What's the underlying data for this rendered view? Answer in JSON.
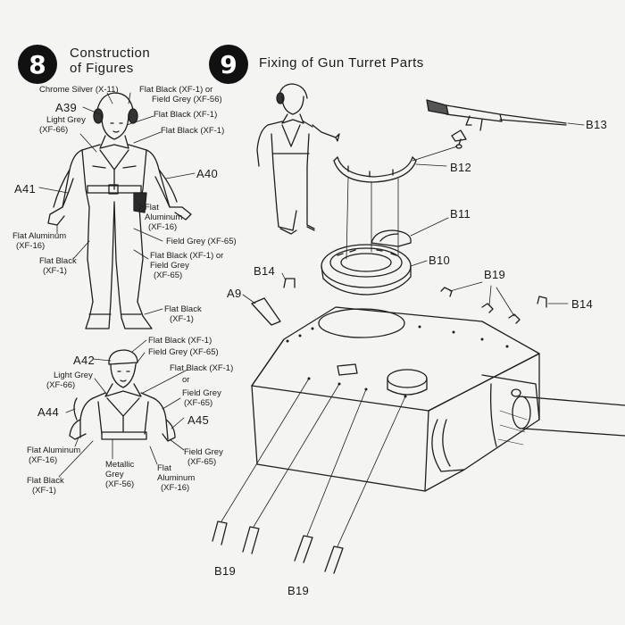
{
  "step8": {
    "number": "8",
    "title_line1": "Construction",
    "title_line2": "of Figures"
  },
  "step9": {
    "number": "9",
    "title": "Fixing of Gun Turret Parts"
  },
  "fig1": {
    "chrome_silver": "Chrome Silver (X-11)",
    "flat_black_or": "Flat Black (XF-1) or",
    "field_grey_56": "Field Grey (XF-56)",
    "a39": "A39",
    "flat_black_1": "Flat Black (XF-1)",
    "light_grey": "Light Grey",
    "xf66": "(XF-66)",
    "flat_black_2": "Flat Black (XF-1)",
    "a40": "A40",
    "a41": "A41",
    "flat": "Flat",
    "aluminum": "Aluminum",
    "xf16": "(XF-16)",
    "flat_aluminum": "Flat Aluminum",
    "xf16_b": "(XF-16)",
    "field_grey_65": "Field Grey (XF-65)",
    "flat_black_l": "Flat Black",
    "xf1_l": "(XF-1)",
    "flat_black_or2": "Flat Black (XF-1) or",
    "field_grey": "Field Grey",
    "xf65": "(XF-65)",
    "flat_black_boot": "Flat Black",
    "xf1_boot": "(XF-1)"
  },
  "fig2": {
    "flat_black_top": "Flat Black (XF-1)",
    "a42": "A42",
    "field_grey_65": "Field Grey (XF-65)",
    "light_grey": "Light Grey",
    "xf66": "(XF-66)",
    "flat_black_or": "Flat Black (XF-1)",
    "or": "or",
    "field_grey": "Field Grey",
    "xf65": "(XF-65)",
    "a44": "A44",
    "a45": "A45",
    "flat_aluminum": "Flat Aluminum",
    "xf16": "(XF-16)",
    "metallic": "Metallic",
    "grey": "Grey",
    "xf56": "(XF-56)",
    "flat": "Flat",
    "aluminum": "Aluminum",
    "xf16_b": "(XF-16)",
    "field_grey_r": "Field Grey",
    "xf65_r": "(XF-65)",
    "flat_black": "Flat Black",
    "xf1": "(XF-1)"
  },
  "parts": {
    "b13": "B13",
    "b12": "B12",
    "b11": "B11",
    "b10": "B10",
    "b14_left": "B14",
    "b19_top": "B19",
    "b14_right": "B14",
    "a9": "A9",
    "b19_bottom_left": "B19",
    "b19_bottom_right": "B19"
  }
}
